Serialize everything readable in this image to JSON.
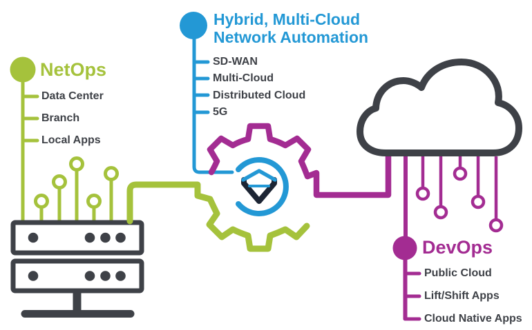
{
  "palette": {
    "blue": "#2398d5",
    "green": "#a5c23c",
    "magenta": "#a32c92",
    "dark_gray": "#3e4147",
    "logo_navy": "#1c2534",
    "background": "#ffffff"
  },
  "sections": {
    "automation": {
      "title_line1": "Hybrid, Multi-Cloud",
      "title_line2": "Network Automation",
      "items": [
        "SD-WAN",
        "Multi-Cloud",
        "Distributed Cloud",
        "5G"
      ]
    },
    "netops": {
      "title": "NetOps",
      "items": [
        "Data Center",
        "Branch",
        "Local Apps"
      ]
    },
    "devops": {
      "title": "DevOps",
      "items": [
        "Public Cloud",
        "Lift/Shift Apps",
        "Cloud Native Apps"
      ]
    }
  },
  "icons": {
    "gear": "gear-icon",
    "cloud": "cloud-icon",
    "server": "server-rack-icon",
    "logo": "automation-logo-icon"
  }
}
